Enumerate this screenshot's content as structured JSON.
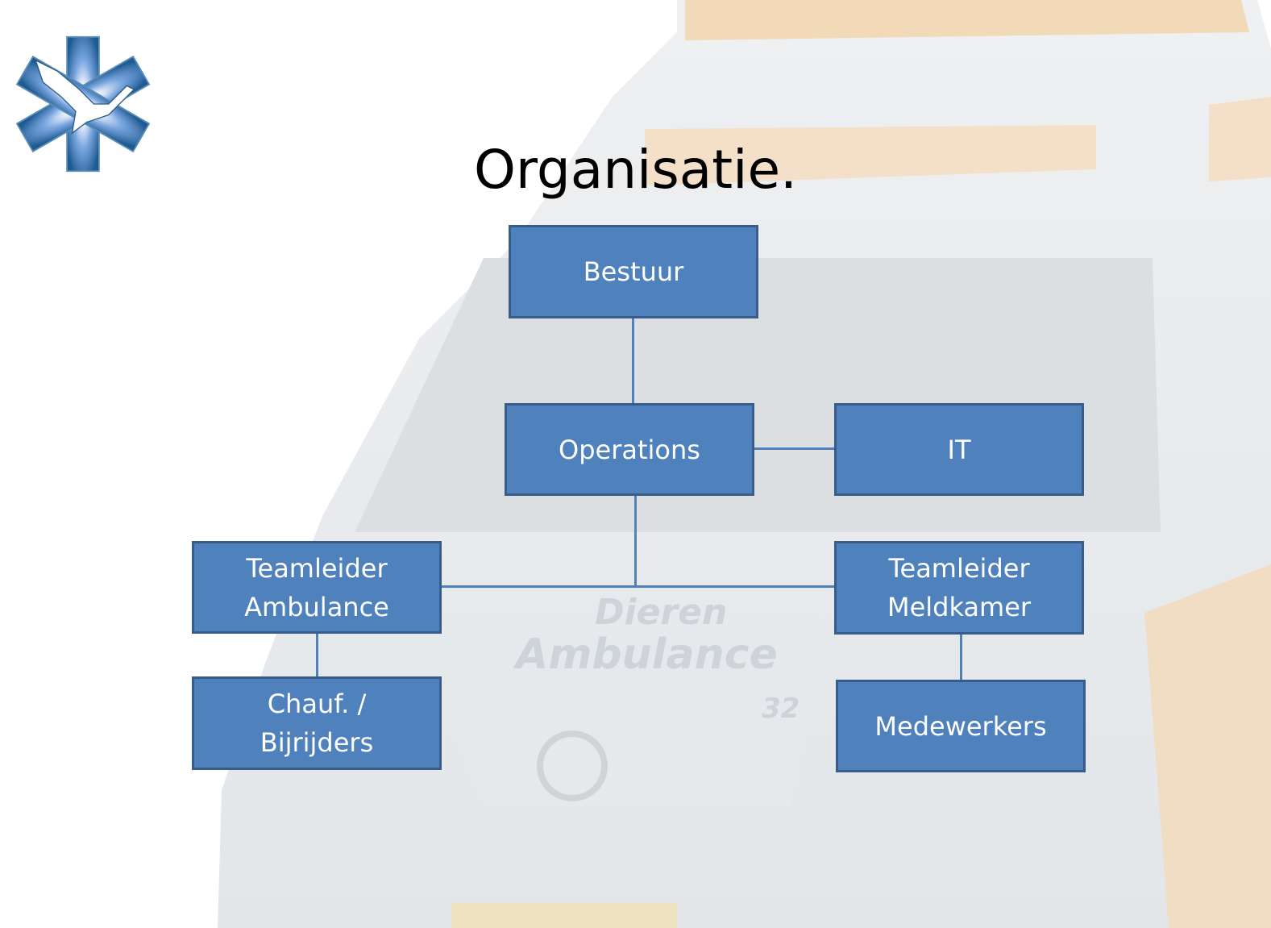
{
  "slide": {
    "title": "Organisatie.",
    "background_text": {
      "line1": "Dieren",
      "line2": "Ambulance",
      "number": "32"
    }
  },
  "org_chart": {
    "nodes": [
      {
        "id": "bestuur",
        "label": "Bestuur"
      },
      {
        "id": "operations",
        "label": "Operations"
      },
      {
        "id": "it",
        "label": "IT"
      },
      {
        "id": "teamleider-ambulance",
        "label": "Teamleider\nAmbulance"
      },
      {
        "id": "teamleider-meldkamer",
        "label": "Teamleider\nMeldkamer"
      },
      {
        "id": "chauf-bijrijders",
        "label": "Chauf. /\nBijrijders"
      },
      {
        "id": "medewerkers",
        "label": "Medewerkers"
      }
    ],
    "edges": [
      [
        "bestuur",
        "operations"
      ],
      [
        "operations",
        "it"
      ],
      [
        "operations",
        "teamleider-ambulance"
      ],
      [
        "operations",
        "teamleider-meldkamer"
      ],
      [
        "teamleider-ambulance",
        "chauf-bijrijders"
      ],
      [
        "teamleider-meldkamer",
        "medewerkers"
      ]
    ]
  },
  "colors": {
    "box_fill": "#4f81bd",
    "box_border": "#385d8a",
    "connector": "#4f81bd",
    "logo_blue": "#2a6aa8"
  }
}
